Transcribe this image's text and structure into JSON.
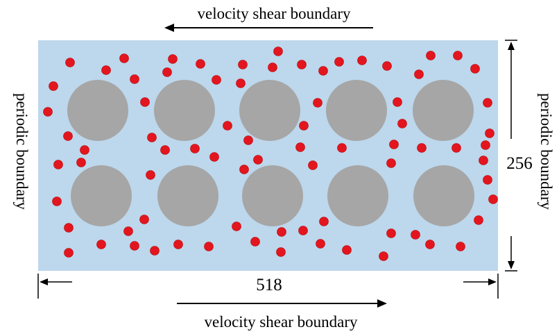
{
  "labels": {
    "top_boundary": "velocity shear boundary",
    "bottom_boundary": "velocity shear boundary",
    "left_boundary": "periodic boundary",
    "right_boundary": "periodic boundary",
    "width": "518",
    "height": "256"
  },
  "colors": {
    "domain_fill": "#bdd7ec",
    "obstacle_fill": "#a6a6a6",
    "particle_fill": "#e3161f",
    "particle_stroke": "#b30000",
    "line": "#000000"
  },
  "icons": {
    "top_arrow": "arrow-left-icon",
    "bottom_arrow": "arrow-right-icon"
  }
}
